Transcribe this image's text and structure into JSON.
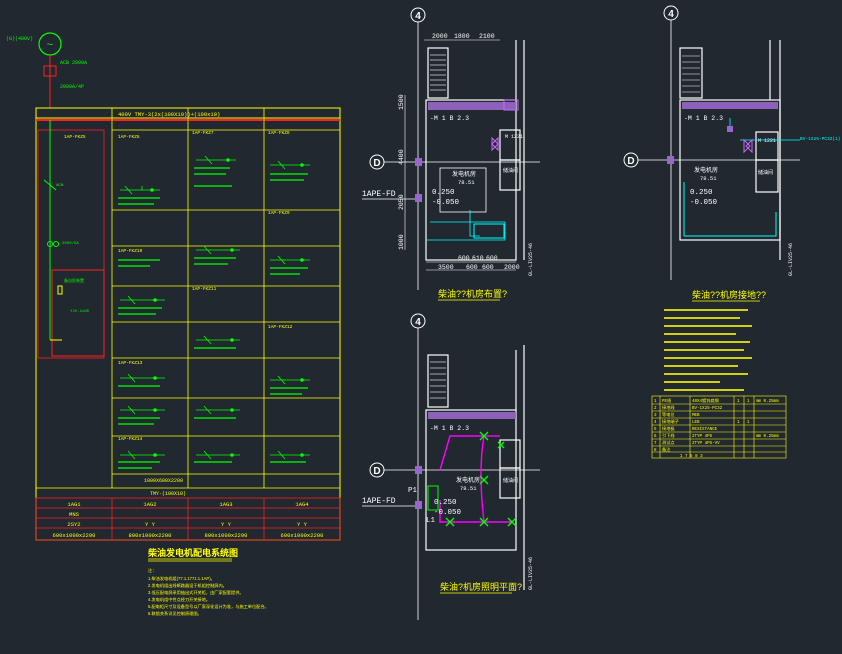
{
  "colors": {
    "background": "#212830",
    "yellow": "#ffff00",
    "white": "#ffffff",
    "green": "#00ff00",
    "red": "#ff2020",
    "cyan": "#00ffff",
    "magenta": "#ff00ff",
    "purple": "#b070e0",
    "violet": "#9966cc"
  },
  "schematic": {
    "title": "柴油发电机配电系统图",
    "busbar_label": "400V  TMY-3(2x(100X10))+(100x10)",
    "gen_label": "~",
    "gen_note": "(G)(400V)",
    "breaker_note": "ACB 2000A",
    "feeder_codes": [
      "1AP-FKZ5",
      "1AP-FKZ6",
      "1AP-FKZ7",
      "1AP-FKZ8",
      "1AP-FKZ9",
      "1AP-FKZ10",
      "1AP-FKZ11",
      "1AP-FKZ12",
      "1AP-FKZ13",
      "1AP-FKZ14"
    ],
    "lower_bus": "TMY-(100X10)",
    "lower_bus_top": "1000X600X2200",
    "table_rows": [
      [
        "1AG1",
        "1AG2",
        "1AG3",
        "1AG4"
      ],
      [
        "MNS",
        "",
        "",
        ""
      ],
      [
        "2SY2",
        "Y Y",
        "Y Y",
        "Y Y"
      ],
      [
        "600x1000x2200",
        "800x1000x2200",
        "800x1000x2200",
        "600x1000x2200"
      ]
    ],
    "notes_header": "注：",
    "notes": [
      "1.柴油发电机组(77.1.1771.1.1AP)。",
      "2.发电机组出线断路器设于机组控制屏内。",
      "3.低压配电屏采用抽出式开关柜，由厂家配套提供。",
      "4.发电机组中性点经刀开关接地。",
      "5.配电柜尺寸及设备型号以厂家深化设计为准，与施工单位配合。",
      "6.联锁关系详见控制原理图。"
    ]
  },
  "plan_top": {
    "axis4": "4",
    "axisD": "D",
    "dims_top": [
      "2000",
      "1800",
      "2100"
    ],
    "dims_left": [
      "1500",
      "4400",
      "2050",
      "1000"
    ],
    "dims_bottom_upper": [
      "600",
      "610",
      "600"
    ],
    "dims_bottom": [
      "3500",
      "600",
      "600",
      "2000"
    ],
    "elevation": "-M 1 B 2.3",
    "fd_label": "1APE-FD",
    "level1": "0.250",
    "level2": "-0.050",
    "room": "发电机房",
    "room_area": "78.51",
    "oil": "储油间",
    "door1": "M 1221",
    "vert_label": "GL-LIV25-46",
    "title": "柴油??机房布置?"
  },
  "plan_bottom": {
    "axis4": "4",
    "axisD": "D",
    "elevation": "-M 1 B 2.3",
    "fd_label": "1APE-FD",
    "p1": "P1",
    "l1": "L1",
    "level1": "0.250",
    "level2": "-0.050",
    "room": "发电机房",
    "room_area": "78.51",
    "oil": "储油间",
    "vert_label": "GL-LIV25-46",
    "title": "柴油?机房照明平面?"
  },
  "plan_right": {
    "axis4": "4",
    "axisD": "D",
    "elevation": "-M 1 B 2.3",
    "level1": "0.250",
    "level2": "-0.050",
    "room": "发电机房",
    "room_area": "78.51",
    "oil": "储油间",
    "door1": "M 1221",
    "cyan_note": "BV-1X25-PC32(1)",
    "vert_label": "GL-LIV25-46",
    "title": "柴油??机房接地??",
    "legend": [
      [
        "1",
        "PE线",
        "40X4镀锌扁钢",
        "1",
        "1",
        "mm 0.25mm"
      ],
      [
        "2",
        "接地线",
        "BV-1X25-PC32",
        "",
        "",
        ""
      ],
      [
        "3",
        "等电位",
        "MEB",
        "",
        "",
        ""
      ],
      [
        "4",
        "接地端子",
        "LEB",
        "1",
        "1",
        ""
      ],
      [
        "5",
        "接地极",
        "RESISTANCE",
        "",
        "",
        ""
      ],
      [
        "6",
        "引下线",
        "2TYP 4PS",
        "",
        "",
        "mm 0.25mm"
      ],
      [
        "7",
        "测试点",
        "2TYP 4PS-VV",
        "",
        "",
        ""
      ],
      [
        "8",
        "备注",
        "",
        "",
        "",
        ""
      ]
    ],
    "legend_footer": "1  7  5  8  3"
  }
}
